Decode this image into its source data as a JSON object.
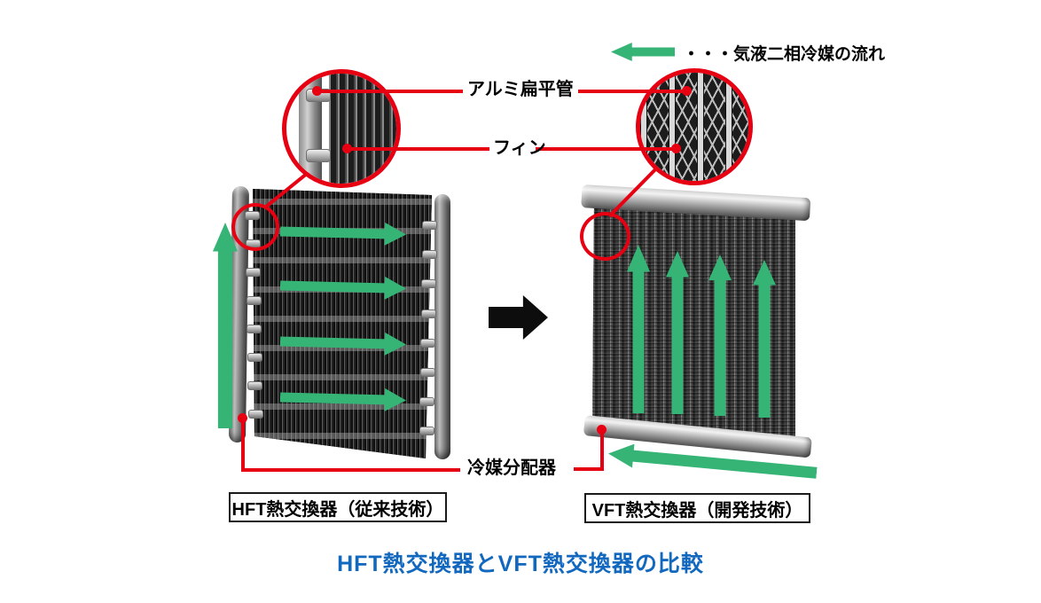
{
  "title": "HFT熱交換器とVFT熱交換器の比較",
  "legend": {
    "label": "・・・気液二相冷媒の流れ"
  },
  "callouts": {
    "tube": "アルミ扁平管",
    "fin": "フィン",
    "distributor": "冷媒分配器"
  },
  "left_unit": {
    "caption": "HFT熱交換器（従来技術）"
  },
  "right_unit": {
    "caption": "VFT熱交換器（開発技術）"
  },
  "colors": {
    "flow_green": "#35b476",
    "annotation_red": "#e60012",
    "title_blue": "#1268be",
    "transition_black": "#0d0d0d"
  }
}
